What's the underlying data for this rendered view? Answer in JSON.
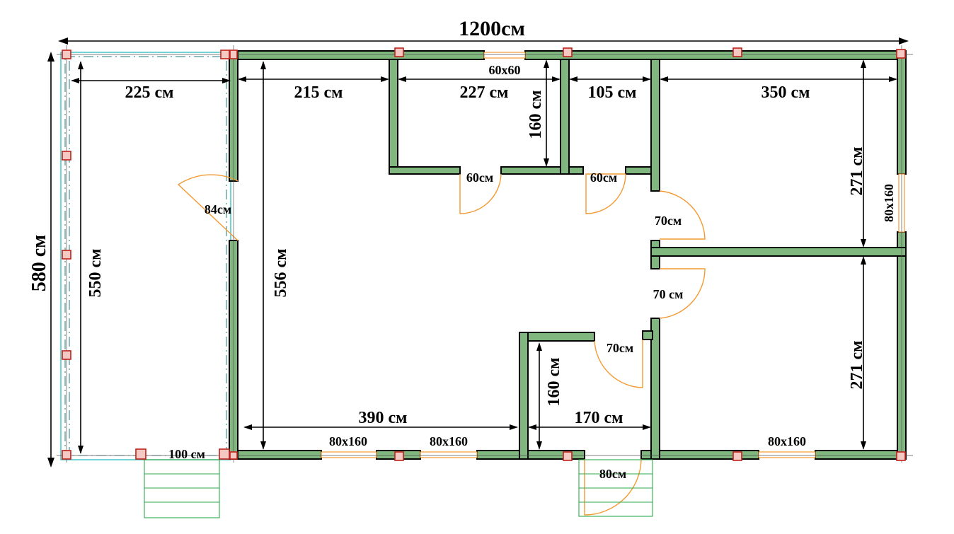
{
  "dimensions": {
    "total_width": "1200см",
    "total_height": "580 см",
    "terrace_width": "225 см",
    "terrace_height": "550 см",
    "terrace_step": "100 см",
    "hall_width": "215 см",
    "hall_height": "556 см",
    "room_a_width": "227 см",
    "room_a_height": "160 см",
    "room_b_width": "105 см",
    "room_c_width": "350 см",
    "room_c_height": "271 см",
    "room_d_height": "271 см",
    "bottom_left_width": "390 см",
    "bottom_mid_width": "170 см",
    "bottom_mid_height": "160 см"
  },
  "windows": {
    "top": "60x60",
    "right": "80x160",
    "bottom_1": "80x160",
    "bottom_2": "80x160",
    "bottom_3": "80x160"
  },
  "doors": {
    "entry_left": "84см",
    "room_a": "60см",
    "room_b": "60см",
    "room_c": "70см",
    "room_d": "70 см",
    "bath": "70см",
    "front": "80см"
  },
  "colors": {
    "wall": "#7fb77e",
    "door": "#f39a33",
    "post": "#c0211b",
    "terrace": "#33c1c4",
    "stair": "#2ea84a"
  }
}
